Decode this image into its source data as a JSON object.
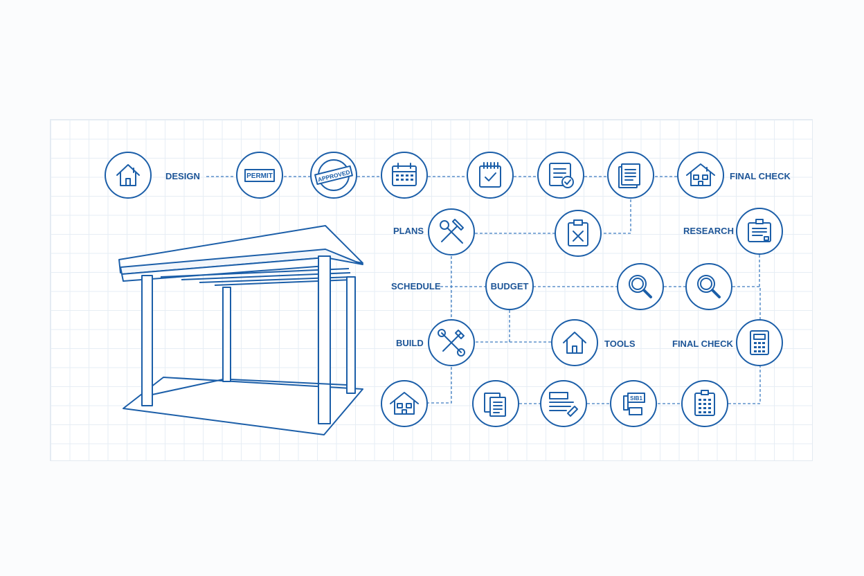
{
  "labels": {
    "design": "DESIGN",
    "final_check_top": "FINAL CHECK",
    "plans": "PLANS",
    "research": "RESEARCH",
    "schedule": "SCHEDULE",
    "budget": "BUDGET",
    "build": "BUILD",
    "tools": "TOOLS",
    "final_check_mid": "FINAL CHECK"
  },
  "icon_text": {
    "permit": "PERMIT",
    "approved": "APPROVED",
    "sign": "SIB1"
  },
  "colors": {
    "accent": "#1b5ea8",
    "label": "#1d5597",
    "grid": "#e6edf4"
  },
  "icons": [
    "house-icon",
    "permit-stamp-icon",
    "approved-stamp-icon",
    "calendar-icon",
    "checklist-icon",
    "approved-document-icon",
    "document-stack-icon",
    "house-icon",
    "tools-icon",
    "clipboard-icon",
    "tray-document-icon",
    "magnifier-icon",
    "magnifier-icon",
    "wrench-screwdriver-icon",
    "house-icon",
    "calculator-icon",
    "house-icon",
    "documents-icon",
    "permit-form-icon",
    "sign-icon",
    "calendar-icon"
  ]
}
